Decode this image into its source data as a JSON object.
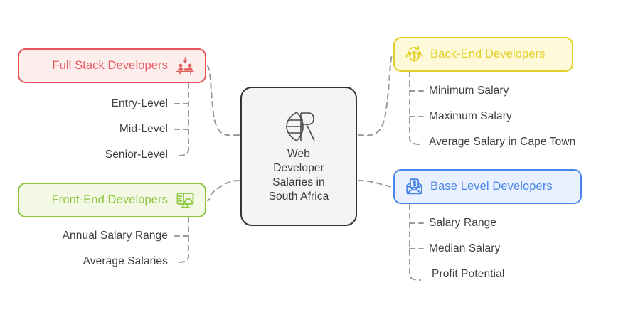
{
  "diagram": {
    "type": "mind-map",
    "title": "Web Developer Salaries in South Africa",
    "background_color": "#ffffff"
  },
  "center": {
    "label": "Web\nDeveloper\nSalaries in\nSouth Africa",
    "line1": "Web",
    "line2": "Developer",
    "line3": "Salaries in",
    "line4": "South Africa",
    "icon": "globe-r-icon",
    "fill_color": "#f4f4f4",
    "border_color": "#333333",
    "text_color": "#3a3a3a"
  },
  "branches": [
    {
      "id": "full-stack",
      "label": "Full Stack Developers",
      "icon": "team-meeting-icon",
      "accent_color": "#ea5a5f",
      "border_color": "#e8565b",
      "fill_color": "#fdeeee",
      "position": "top-left",
      "children": [
        {
          "label": "Entry-Level"
        },
        {
          "label": "Mid-Level"
        },
        {
          "label": "Senior-Level"
        }
      ]
    },
    {
      "id": "back-end",
      "label": "Back-End Developers",
      "icon": "money-exchange-icon",
      "accent_color": "#e3cf27",
      "border_color": "#e3cf27",
      "fill_color": "#fdf9d9",
      "position": "top-right",
      "children": [
        {
          "label": "Minimum Salary"
        },
        {
          "label": "Maximum Salary"
        },
        {
          "label": "Average Salary in Cape Town"
        }
      ]
    },
    {
      "id": "front-end",
      "label": "Front-End Developers",
      "icon": "monitor-display-icon",
      "accent_color": "#8cc63e",
      "border_color": "#8cc63e",
      "fill_color": "#f3f9e5",
      "position": "bottom-left",
      "children": [
        {
          "label": "Annual Salary Range"
        },
        {
          "label": "Average Salaries"
        }
      ]
    },
    {
      "id": "base-level",
      "label": "Base Level Developers",
      "icon": "salary-envelope-icon",
      "accent_color": "#4a86e8",
      "border_color": "#4a86e8",
      "fill_color": "#eaf1fe",
      "position": "bottom-right",
      "children": [
        {
          "label": "Salary Range"
        },
        {
          "label": "Median Salary"
        },
        {
          "label": "Profit Potential"
        }
      ]
    }
  ],
  "connectors": {
    "style": "dashed",
    "color": "#9a9a9a"
  }
}
